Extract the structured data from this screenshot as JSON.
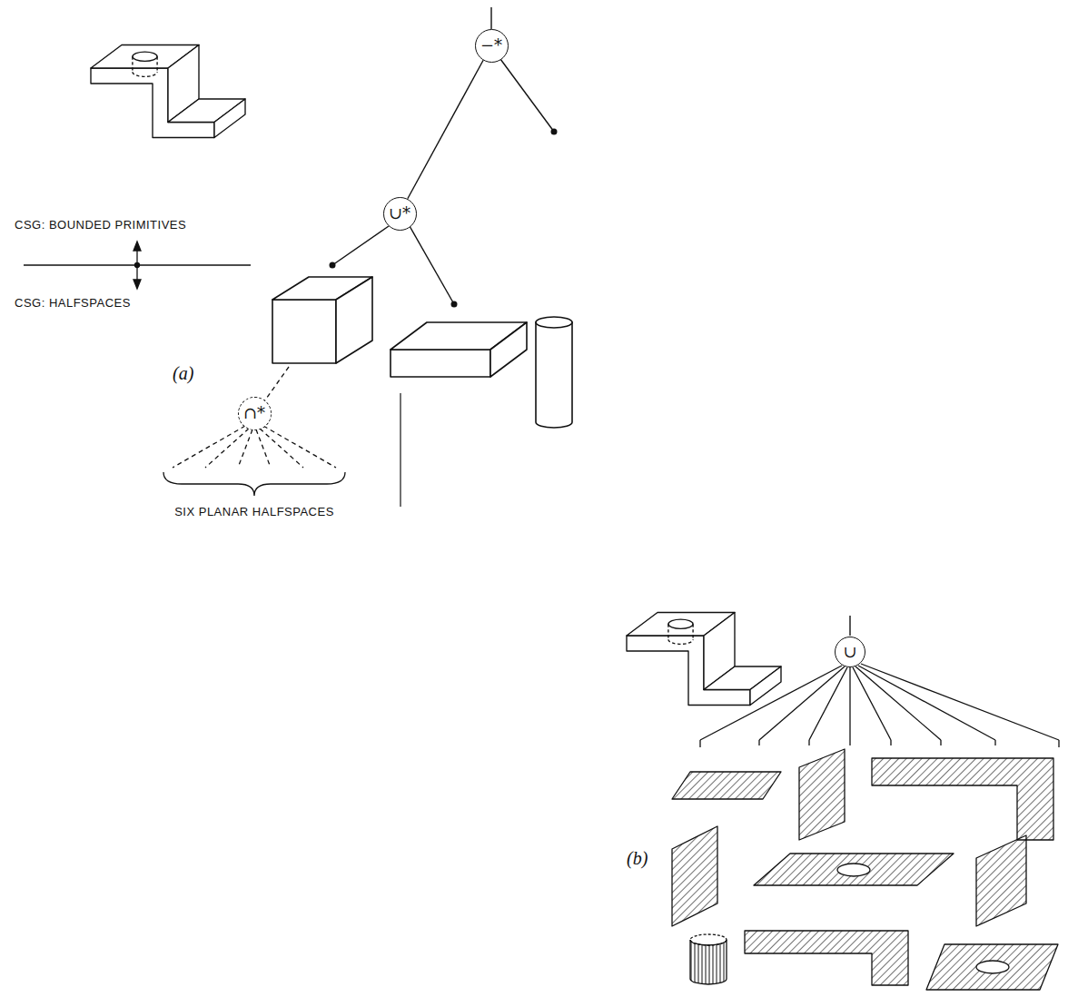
{
  "diagram": {
    "nodes": [
      {
        "text": [
          "−*"
        ]
      },
      {
        "text": [
          "∪*"
        ]
      },
      {
        "text": [
          "∩*"
        ]
      },
      {
        "text": [
          "∪"
        ]
      }
    ],
    "edges": [
      {
        "from": 0,
        "to": 1,
        "arrow": "none"
      }
    ],
    "labels": [
      "CSG: BOUNDED PRIMITIVES",
      "CSG: HALFSPACES",
      "SIX PLANAR HALFSPACES",
      "(a)",
      "(b)"
    ]
  }
}
